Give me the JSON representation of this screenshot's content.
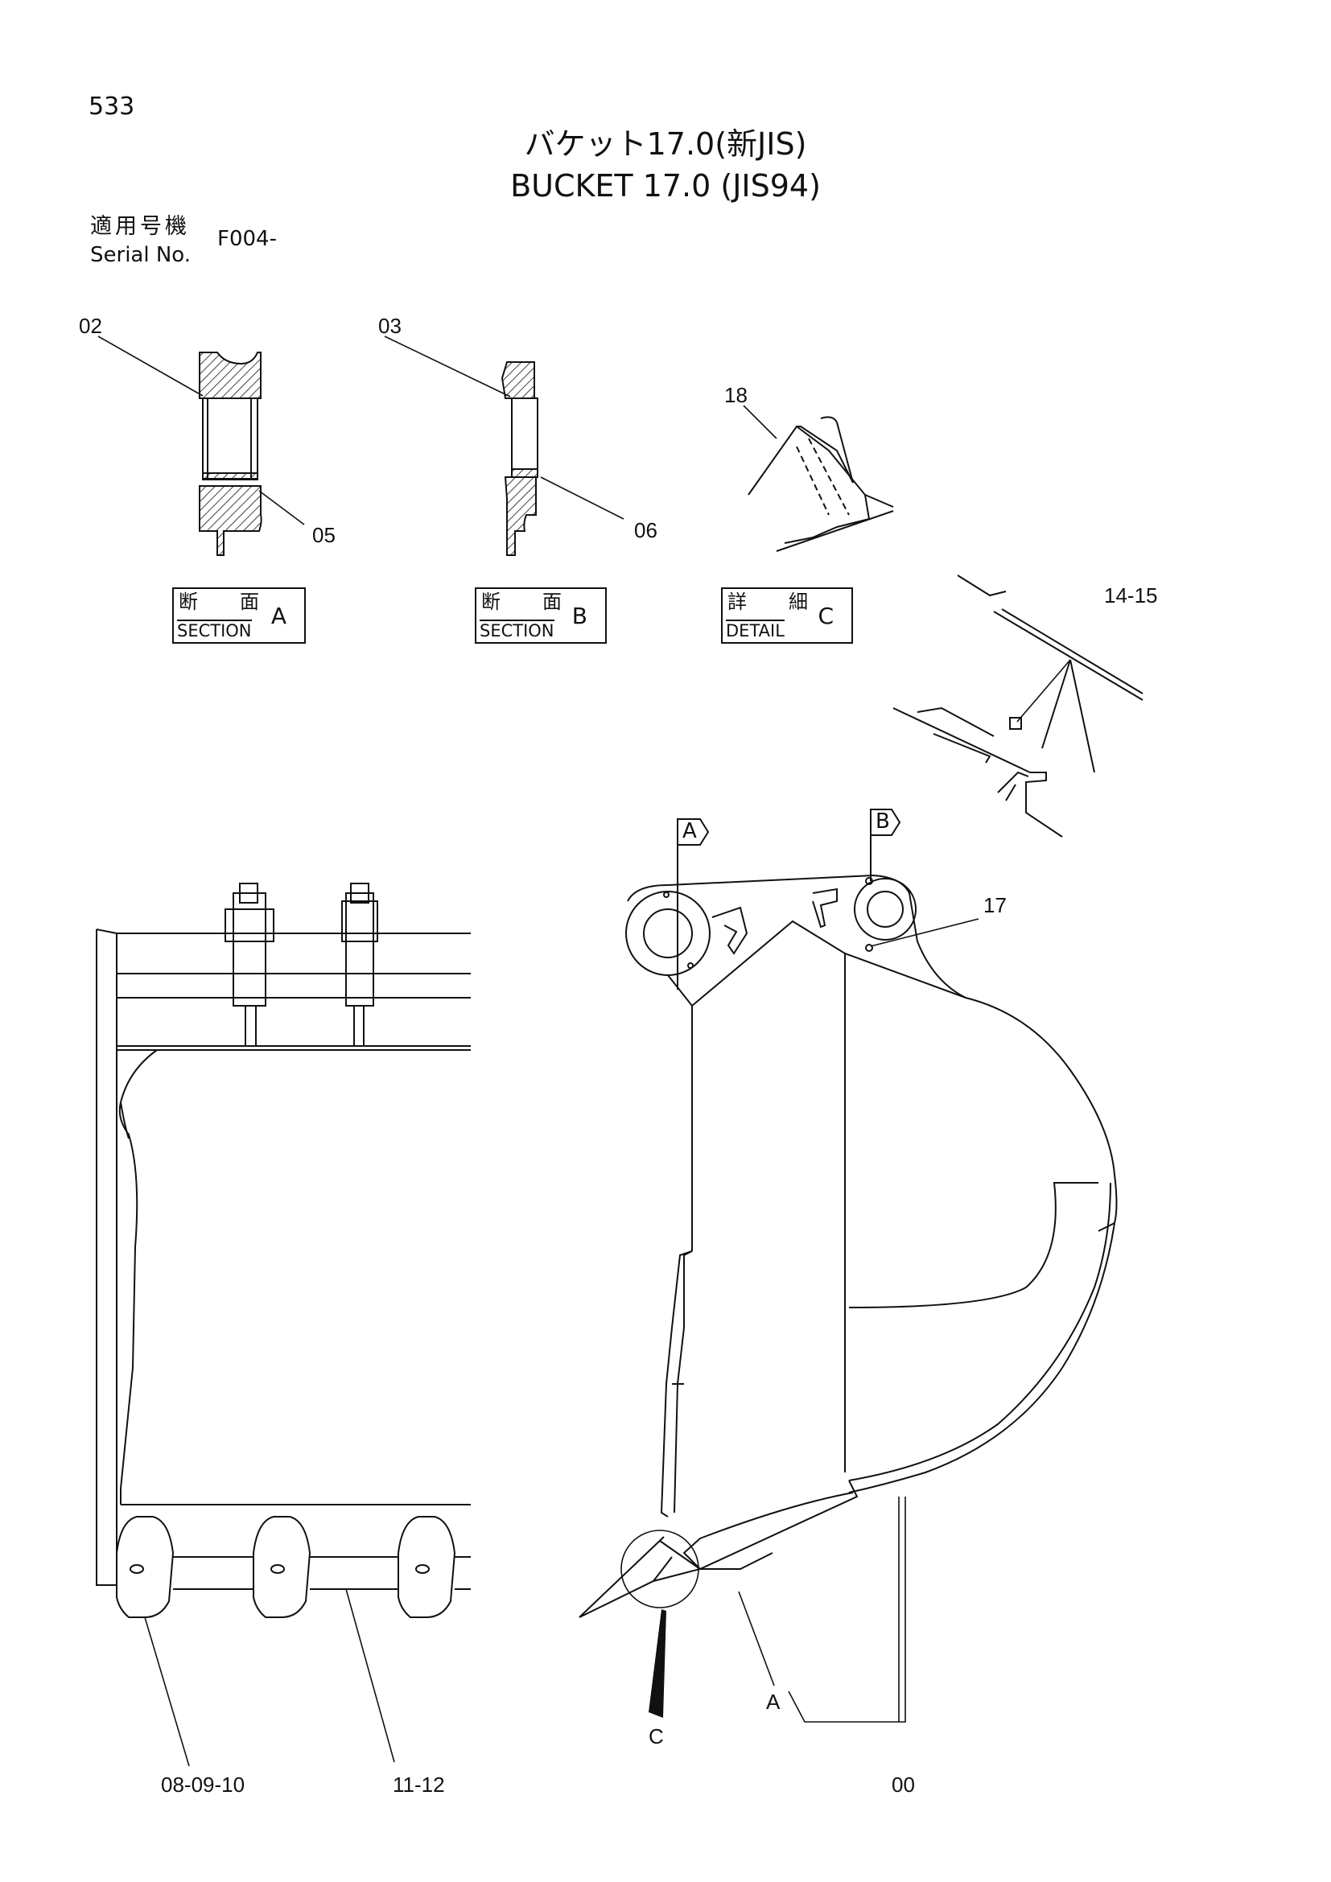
{
  "header": {
    "page_number": "533",
    "title_jp": "バケット17.0(新JIS)",
    "title_en": "BUCKET 17.0 (JIS94)"
  },
  "serial": {
    "label_jp": "適用号機",
    "label_en": "Serial No.",
    "value": "F004-"
  },
  "callouts": {
    "c02": "02",
    "c03": "03",
    "c05": "05",
    "c06": "06",
    "c18": "18",
    "c14_15": "14-15",
    "c17": "17",
    "c08_09_10": "08-09-10",
    "c11_12": "11-12",
    "c00": "00",
    "cA": "A",
    "cC": "C"
  },
  "detail_labels": [
    {
      "jp": "断　面",
      "en": "SECTION",
      "letter": "A"
    },
    {
      "jp": "断　面",
      "en": "SECTION",
      "letter": "B"
    },
    {
      "jp": "詳　細",
      "en": "DETAIL",
      "letter": "C"
    }
  ],
  "view_flags": {
    "a": "A",
    "b": "B"
  }
}
